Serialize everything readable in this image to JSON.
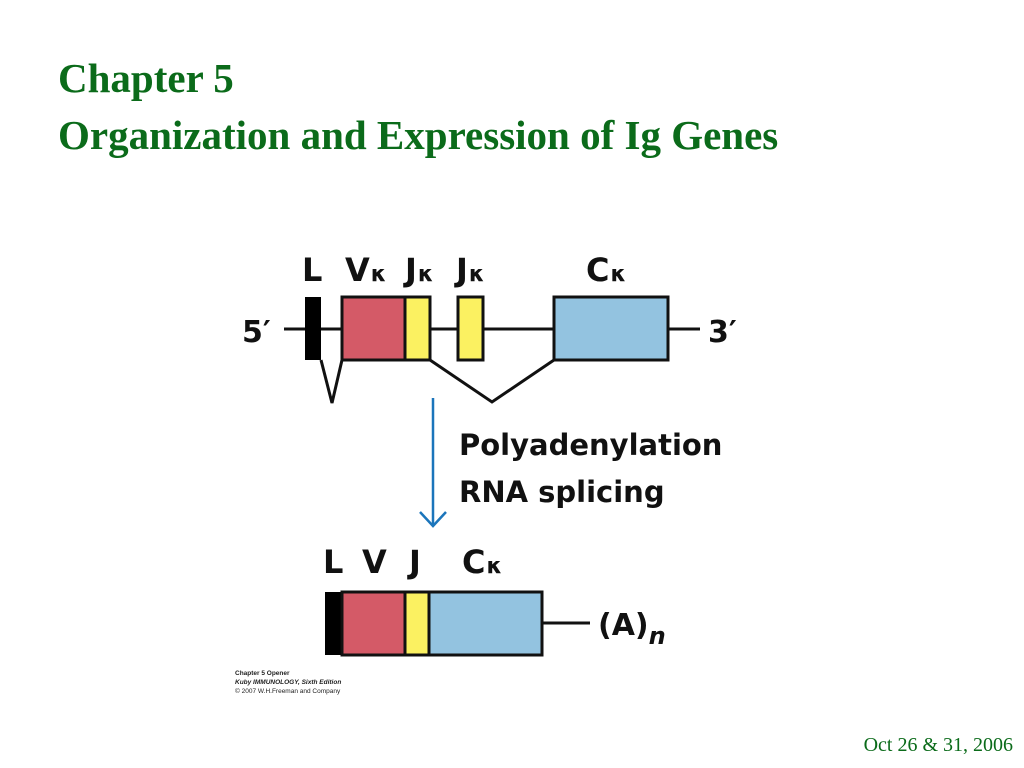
{
  "slide": {
    "title_line1": "Chapter  5",
    "title_line2": "Organization and Expression of Ig Genes",
    "date": "Oct 26 & 31, 2006"
  },
  "diagram": {
    "gene_labels": {
      "L": "L",
      "V": "V",
      "J1": "J",
      "J2": "J",
      "C": "C",
      "kappa": "κ"
    },
    "five_prime": "5′",
    "three_prime": "3′",
    "process_line1": "Polyadenylation",
    "process_line2": "RNA splicing",
    "mrna_labels": {
      "L": "L",
      "V": "V",
      "J": "J",
      "C": "C",
      "kappa": "κ"
    },
    "polyA_base": "(A)",
    "polyA_sub": "n",
    "colors": {
      "leader": "#000000",
      "v_segment": "#d45a67",
      "j_segment": "#fbf161",
      "c_segment": "#93c3e0",
      "arrow": "#1b75bb",
      "title": "#0b6b1a"
    }
  },
  "credit": {
    "line1": "Chapter 5 Opener",
    "line2": "Kuby IMMUNOLOGY, Sixth Edition",
    "line3": "© 2007 W.H.Freeman and Company"
  }
}
